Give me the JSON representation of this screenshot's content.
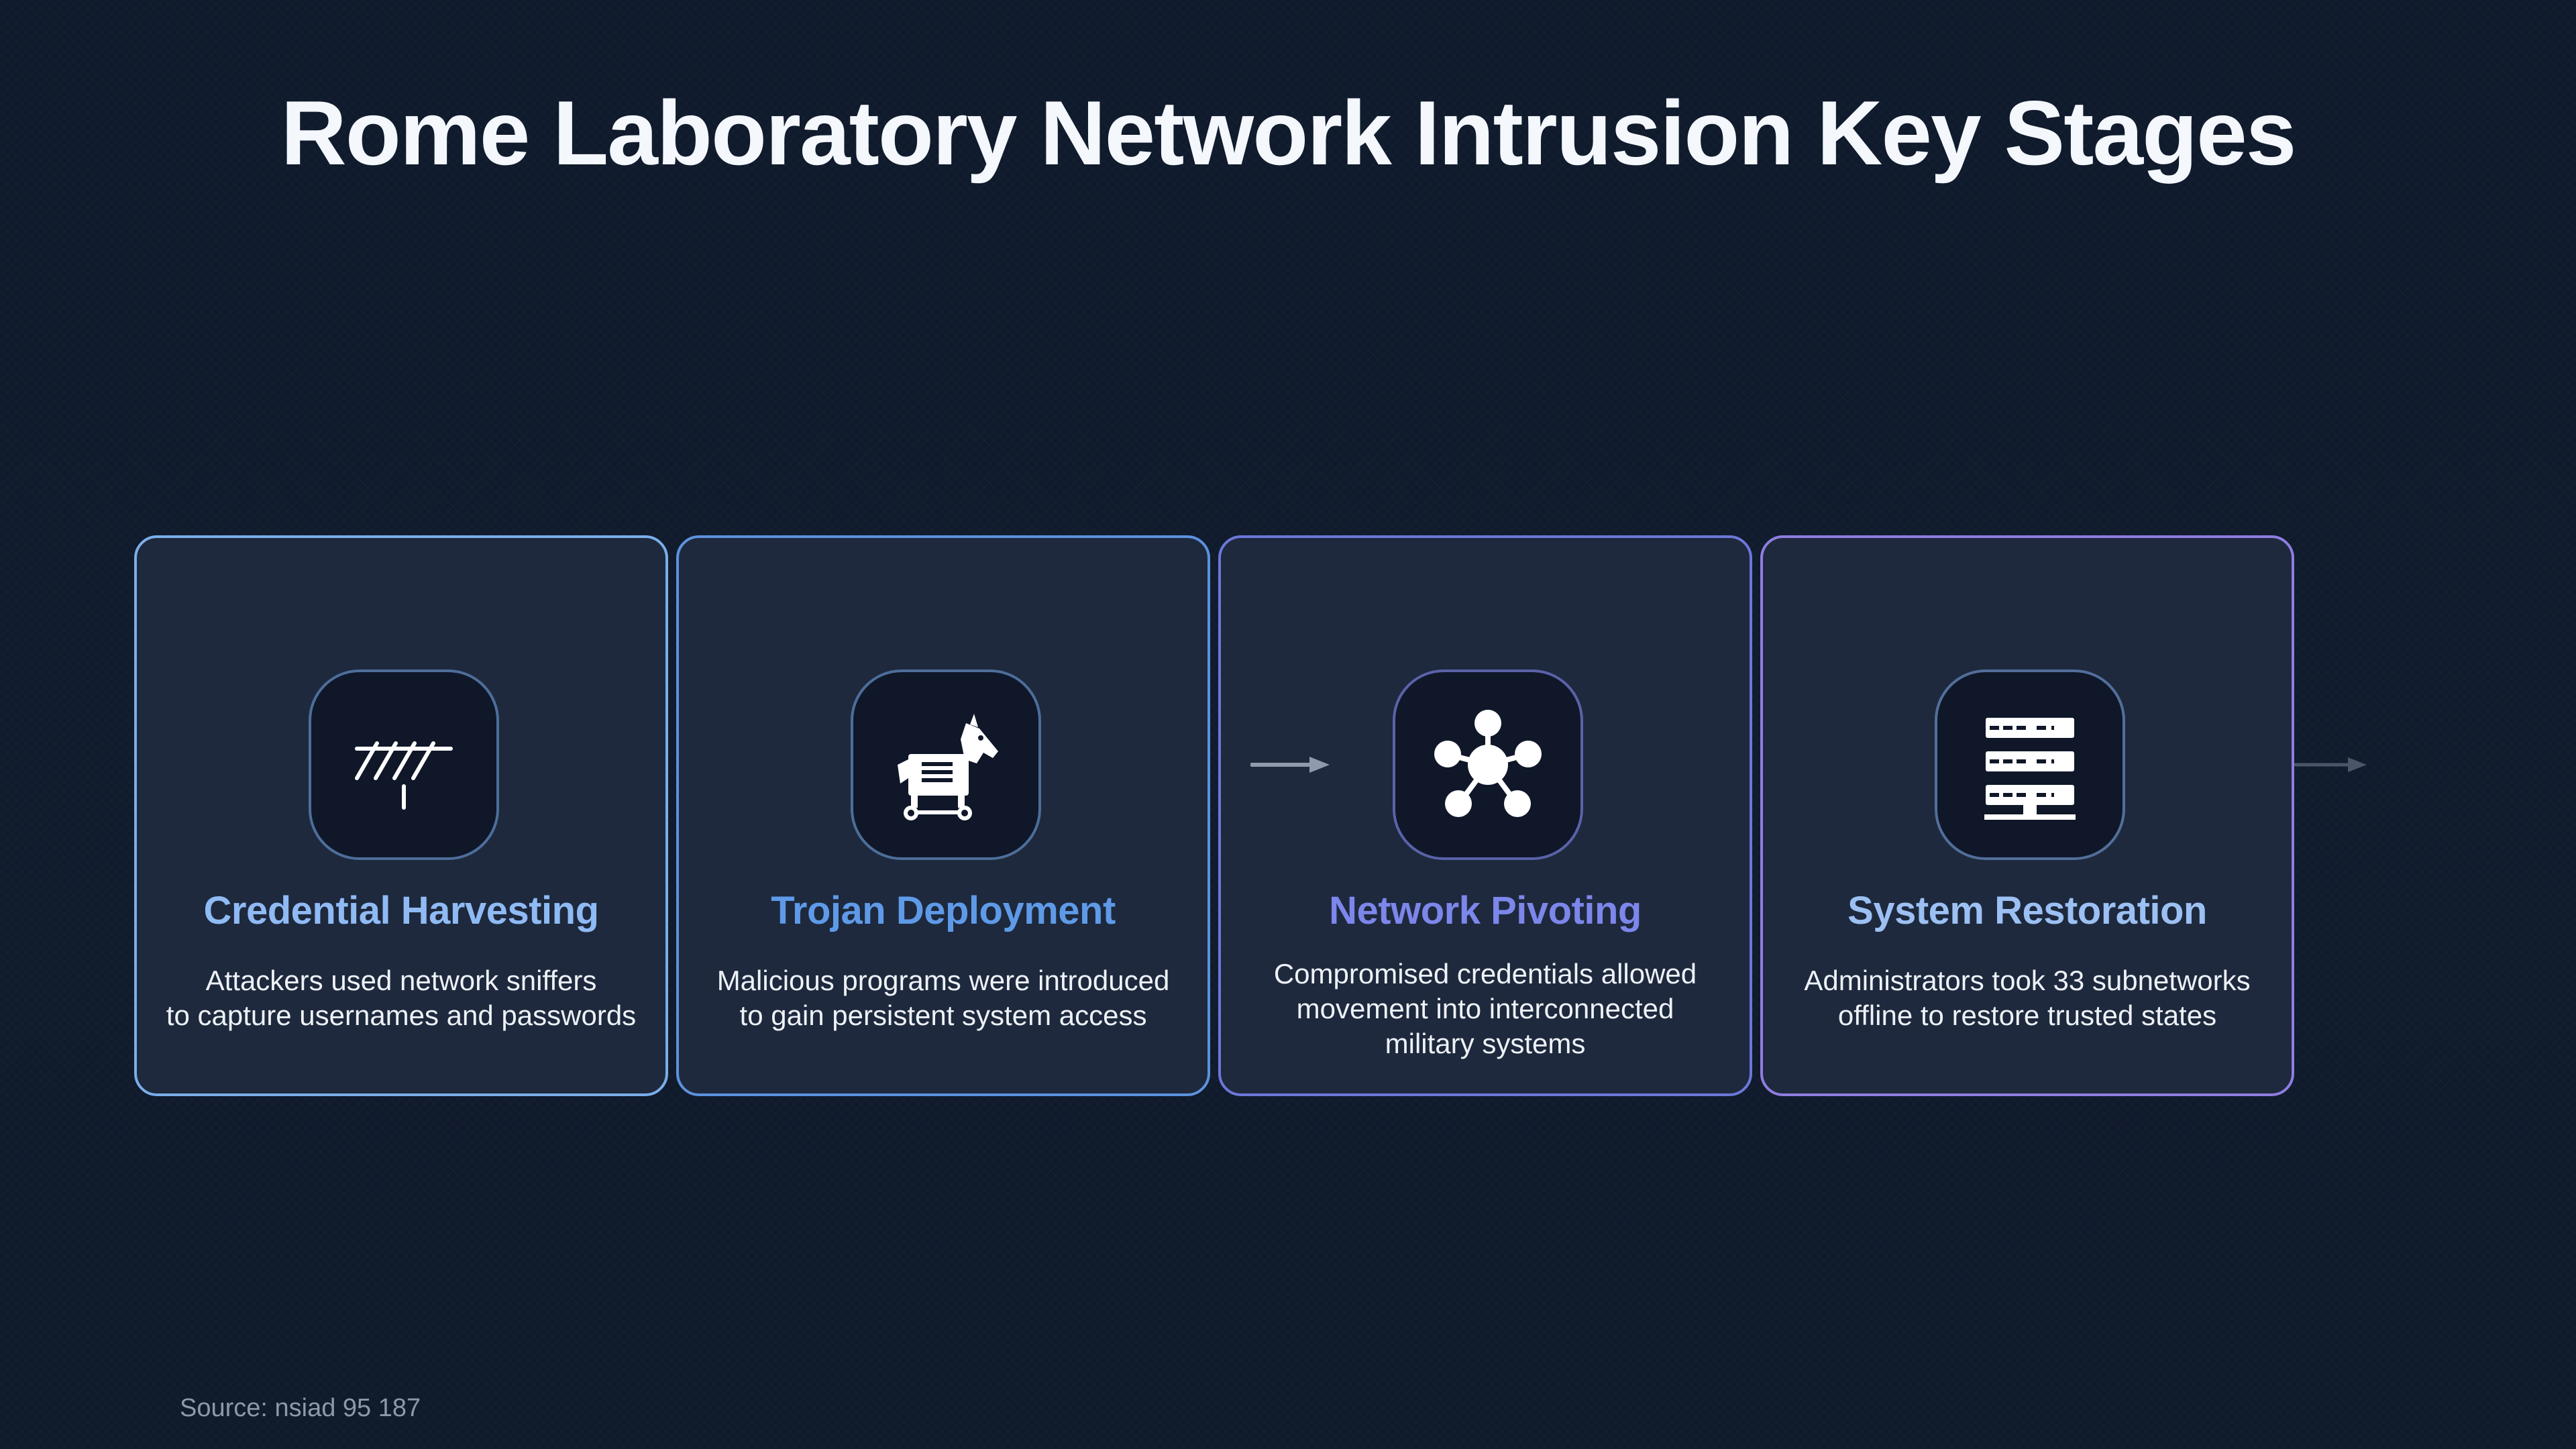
{
  "title": "Rome Laboratory Network Intrusion Key Stages",
  "stages": [
    {
      "title": "Credential Harvesting",
      "desc_lines": [
        "Attackers used network sniffers",
        "to capture usernames and passwords"
      ],
      "icon": "antenna-icon"
    },
    {
      "title": "Trojan Deployment",
      "desc_lines": [
        "Malicious programs were introduced",
        "to gain persistent system access"
      ],
      "icon": "trojan-horse-icon"
    },
    {
      "title": "Network Pivoting",
      "desc_lines": [
        "Compromised credentials allowed",
        "movement into interconnected",
        "military systems"
      ],
      "icon": "network-hub-icon"
    },
    {
      "title": "System Restoration",
      "desc_lines": [
        "Administrators took 33 subnetworks",
        "offline to restore trusted states"
      ],
      "icon": "server-rack-icon"
    }
  ],
  "source": "Source: nsiad 95 187",
  "colors": {
    "background": "#0f1a2c",
    "card": "#1e293d",
    "stage1": "#8fbaf4",
    "stage2": "#5e9ae8",
    "stage3": "#7d86ea",
    "stage4": "#9cc0f3"
  }
}
